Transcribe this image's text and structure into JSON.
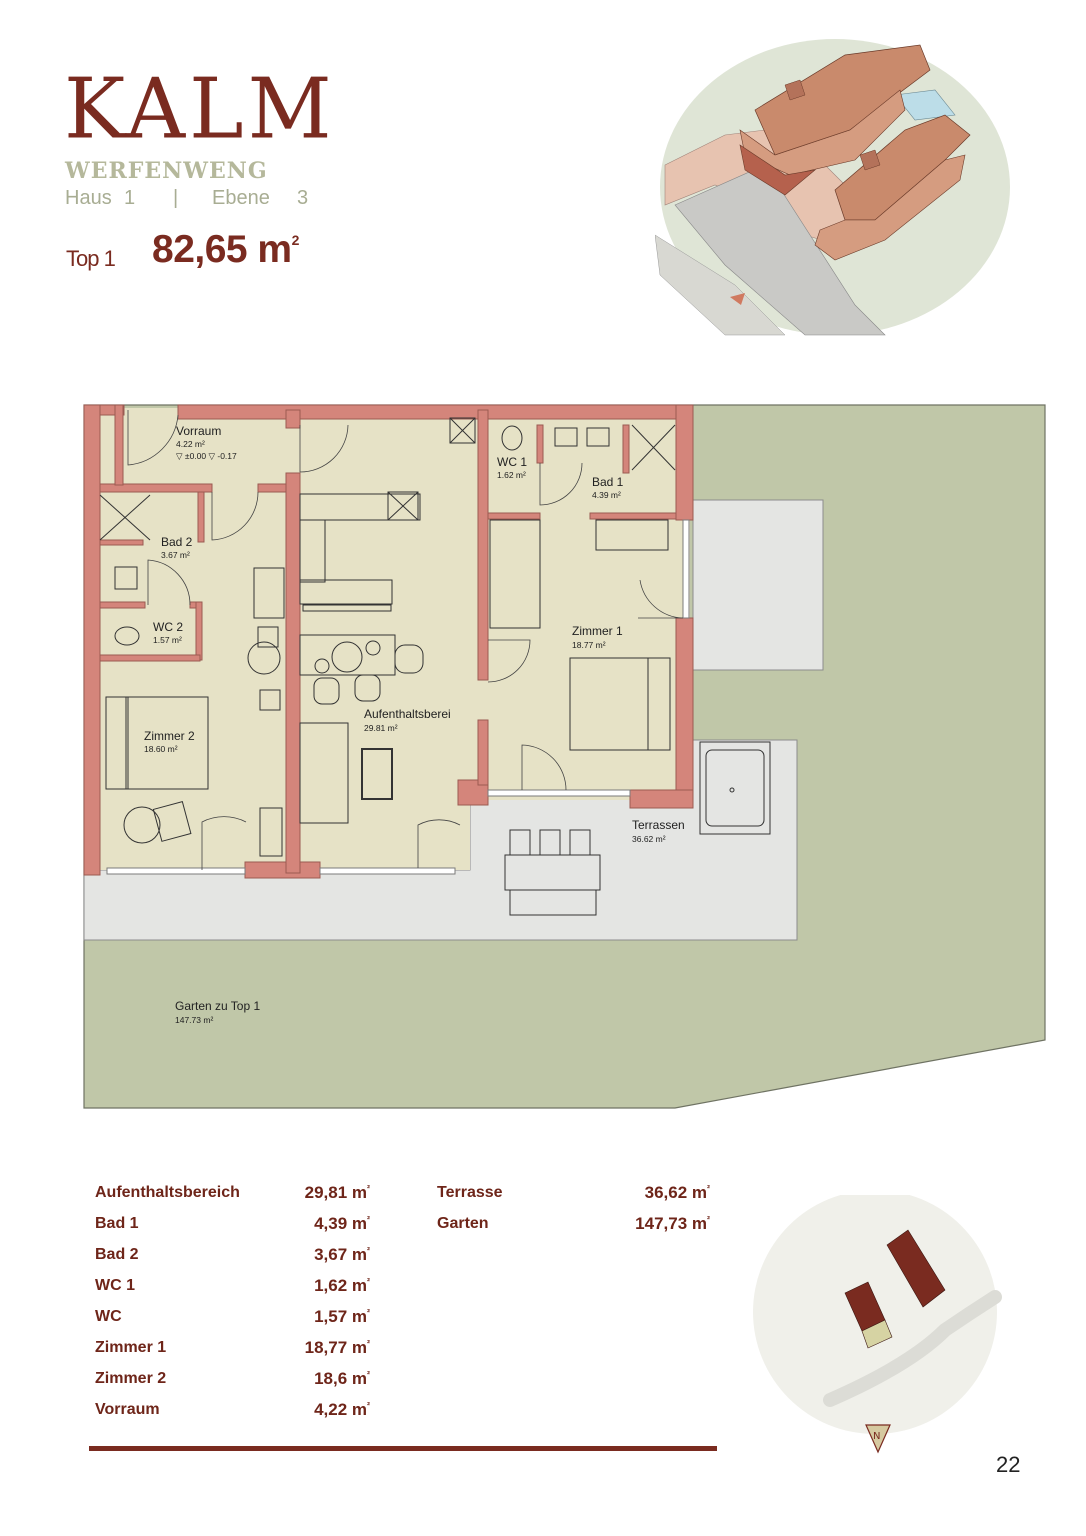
{
  "header": {
    "brand": "KALM",
    "location": "WERFENWENG",
    "house_label": "Haus",
    "house_number": "1",
    "separator": "|",
    "level_label": "Ebene",
    "level_number": "3",
    "unit_label": "Top 1",
    "unit_area": "82,65 m",
    "unit_area_sup": "2"
  },
  "plan": {
    "rooms": [
      {
        "name": "Vorraum",
        "area": "4.22 m²",
        "levels": "▽ ±0.00   ▽ -0.17"
      },
      {
        "name": "WC 1",
        "area": "1.62 m²"
      },
      {
        "name": "Bad 1",
        "area": "4.39 m²"
      },
      {
        "name": "Bad 2",
        "area": "3.67 m²"
      },
      {
        "name": "WC 2",
        "area": "1.57 m²"
      },
      {
        "name": "Zimmer 1",
        "area": "18.77 m²"
      },
      {
        "name": "Aufenthaltsberei",
        "area": "29.81 m²"
      },
      {
        "name": "Zimmer 2",
        "area": "18.60 m²"
      },
      {
        "name": "Terrassen",
        "area": "36.62 m²"
      },
      {
        "name": "Garten zu Top 1",
        "area": "147.73 m²"
      }
    ],
    "colors": {
      "interior": "#e6e2c6",
      "wall": "#d4857b",
      "wall_stroke": "#9b5a52",
      "terrace": "#e4e5e3",
      "garden": "#c0c7a8"
    }
  },
  "area_table": {
    "left": [
      {
        "label": "Aufenthaltsbereich",
        "value": "29,81 m",
        "sup": "²"
      },
      {
        "label": "Bad 1",
        "value": "4,39 m",
        "sup": "²"
      },
      {
        "label": "Bad 2",
        "value": "3,67 m",
        "sup": "²"
      },
      {
        "label": "WC 1",
        "value": "1,62 m",
        "sup": "²"
      },
      {
        "label": "WC",
        "value": "1,57 m",
        "sup": "²"
      },
      {
        "label": "Zimmer 1",
        "value": "18,77 m",
        "sup": "²"
      },
      {
        "label": "Zimmer 2",
        "value": "18,6  m",
        "sup": "²"
      },
      {
        "label": "Vorraum",
        "value": "4,22 m",
        "sup": "²"
      }
    ],
    "right": [
      {
        "label": "Terrasse",
        "value": "36,62  m",
        "sup": "²"
      },
      {
        "label": "Garten",
        "value": "147,73  m",
        "sup": "²"
      }
    ]
  },
  "site_plan": {
    "north_label": "N",
    "building_color": "#7a2b20",
    "highlight_color": "#d6d3a3"
  },
  "footer": {
    "page_number": "22"
  },
  "colors": {
    "brand": "#7a2b20",
    "muted_green": "#b5b89b"
  }
}
